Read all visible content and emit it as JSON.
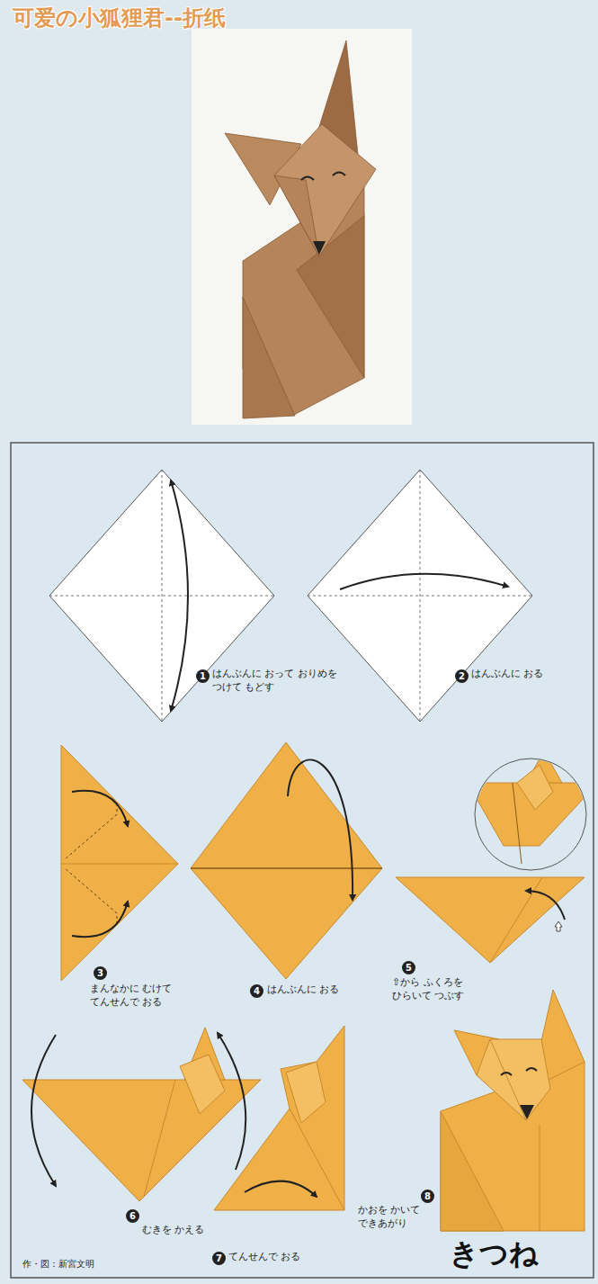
{
  "diagram": {
    "title": "可爱の小狐狸君--折纸",
    "labels": [
      "1",
      "はんぶんに おって おりめを つけて もどす",
      "2",
      "はんぶんに おる",
      "3",
      "まんなかに むけて てんせんで おる",
      "4",
      "はんぶんに おる",
      "5",
      "⇧から ふくろを ひらいて つぶす",
      "6",
      "むきを かえる",
      "7",
      "てんせんで おる",
      "8",
      "かおを かいて できあがり",
      "作・図：新宮文明",
      "きつね"
    ]
  }
}
